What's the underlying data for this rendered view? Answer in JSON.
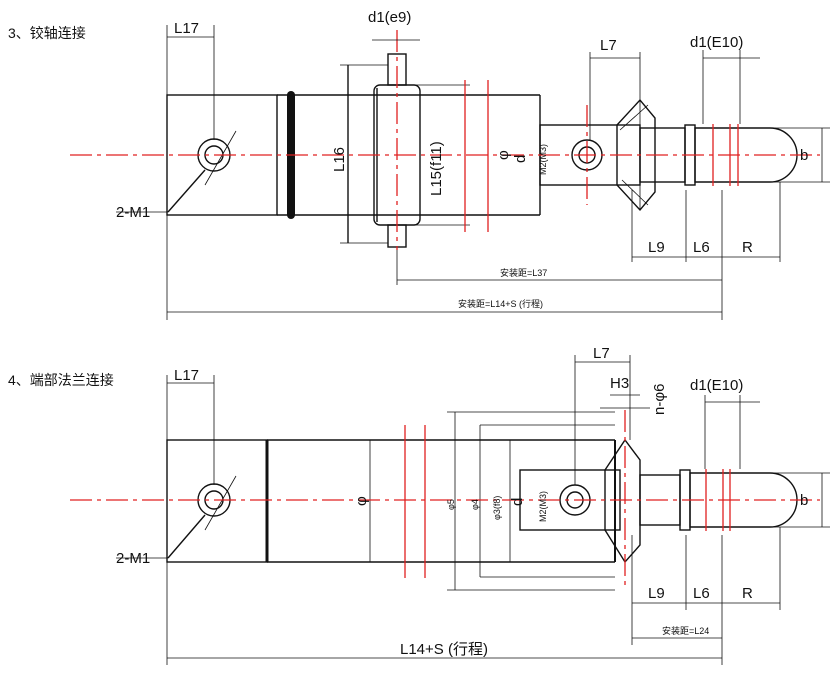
{
  "diagram_title": "Hydraulic cylinder mounting dimensions",
  "section3": {
    "heading": "3、铰轴连接",
    "labels": {
      "l17": "L17",
      "d1e9": "d1(e9)",
      "l7": "L7",
      "d1e10": "d1(E10)",
      "l16": "L16",
      "l15": "L15(f11)",
      "d": "d",
      "phi": "φ",
      "m2": "M2(M3)",
      "b": "b",
      "m1": "2-M1",
      "l9": "L9",
      "l6": "L6",
      "r": "R",
      "l37": "安装距=L37",
      "l14": "安装距=L14+S (行程)"
    }
  },
  "section4": {
    "heading": "4、端部法兰连接",
    "labels": {
      "l17": "L17",
      "l7": "L7",
      "h3": "H3",
      "n6": "n-φ6",
      "d1e10": "d1(E10)",
      "phi": "φ",
      "phi5": "φ5",
      "phi4": "φ4",
      "phi3": "φ3(f8)",
      "d": "d",
      "m2": "M2(M3)",
      "b": "b",
      "m1": "2-M1",
      "l9": "L9",
      "l6": "L6",
      "r": "R",
      "l24": "安装距=L24",
      "l14": "L14+S (行程)"
    }
  },
  "colors": {
    "line": "#111111",
    "centerline": "#e02020"
  }
}
